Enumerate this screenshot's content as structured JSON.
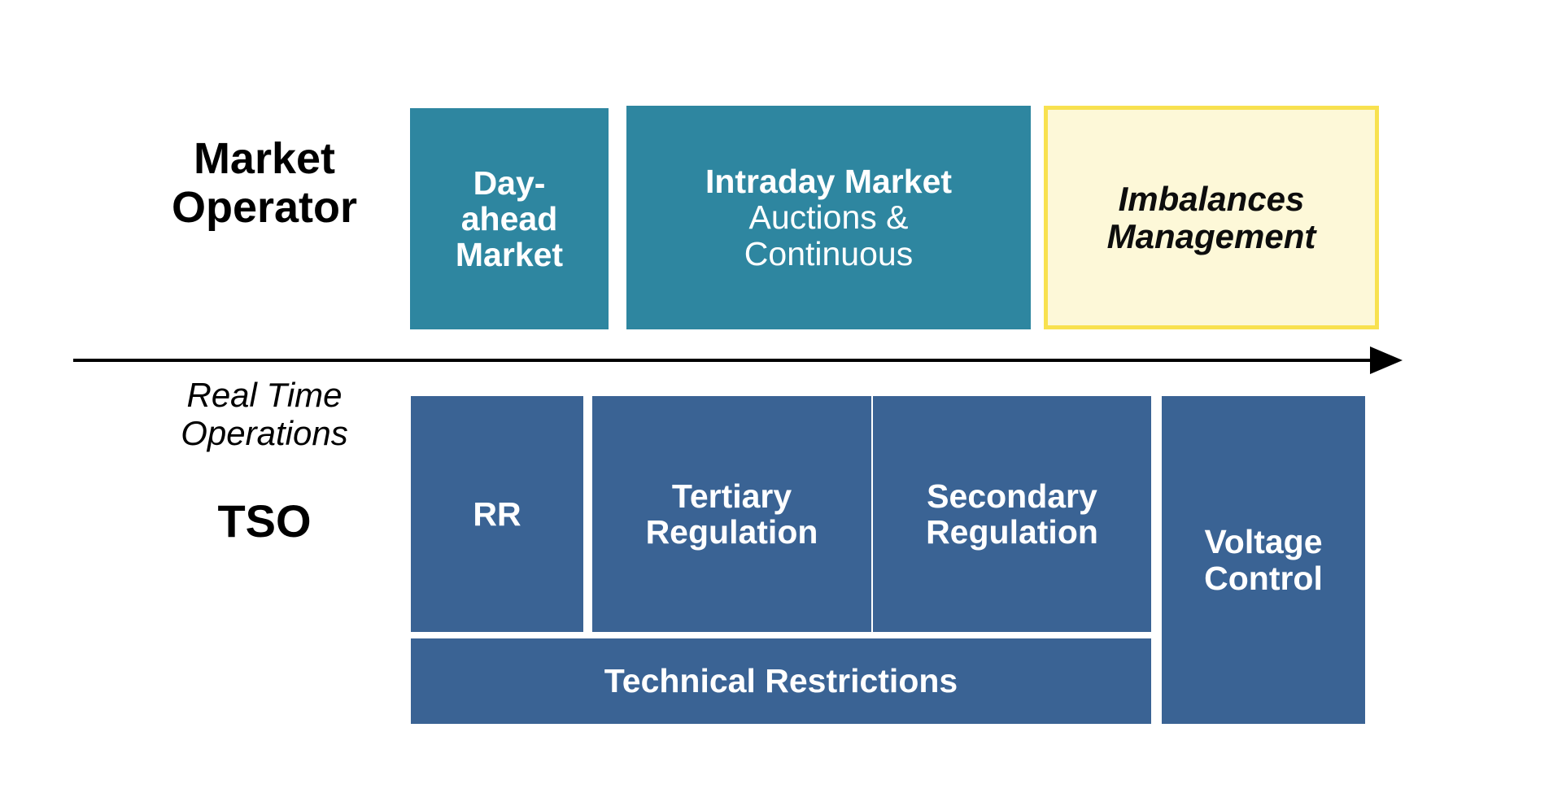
{
  "diagram": {
    "title": "Electricity market timeline: Market Operator and TSO sequence",
    "colors": {
      "teal": "#2E86A0",
      "navy": "#3A6394",
      "yellow_fill": "#FDF8D8",
      "yellow_border": "#F8E14F",
      "text_light": "#FFFFFF",
      "text_dark": "#000000",
      "background": "#FFFFFF"
    }
  },
  "labels": {
    "market_operator": {
      "line1": "Market",
      "line2": "Operator"
    },
    "real_time_operations": {
      "line1": "Real Time",
      "line2": "Operations"
    },
    "tso": "TSO"
  },
  "timeline": {
    "arrow_name": "time-arrow",
    "direction": "left-to-right"
  },
  "market_operator_row": [
    {
      "id": "day-ahead-market",
      "lines": [
        {
          "text": "Day-",
          "style": "bold"
        },
        {
          "text": "ahead",
          "style": "bold"
        },
        {
          "text": "Market",
          "style": "bold"
        }
      ],
      "fill": "teal"
    },
    {
      "id": "intraday-market",
      "lines": [
        {
          "text": "Intraday Market",
          "style": "bold"
        },
        {
          "text": "Auctions &",
          "style": "light"
        },
        {
          "text": "Continuous",
          "style": "light"
        }
      ],
      "fill": "teal"
    },
    {
      "id": "imbalances-management",
      "lines": [
        {
          "text": "Imbalances",
          "style": "bolditalic"
        },
        {
          "text": "Management",
          "style": "bolditalic"
        }
      ],
      "fill": "yellow"
    }
  ],
  "tso_row": [
    {
      "id": "rr",
      "lines": [
        {
          "text": "RR",
          "style": "bold"
        }
      ],
      "fill": "navy"
    },
    {
      "id": "tertiary-regulation",
      "lines": [
        {
          "text": "Tertiary",
          "style": "bold"
        },
        {
          "text": "Regulation",
          "style": "bold"
        }
      ],
      "fill": "navy"
    },
    {
      "id": "secondary-regulation",
      "lines": [
        {
          "text": "Secondary",
          "style": "bold"
        },
        {
          "text": "Regulation",
          "style": "bold"
        }
      ],
      "fill": "navy"
    },
    {
      "id": "voltage-control",
      "lines": [
        {
          "text": "Voltage",
          "style": "bold"
        },
        {
          "text": "Control",
          "style": "bold"
        }
      ],
      "fill": "navy"
    },
    {
      "id": "technical-restrictions",
      "lines": [
        {
          "text": "Technical Restrictions",
          "style": "bold"
        }
      ],
      "fill": "navy"
    }
  ],
  "text": {
    "day_ahead_l1": "Day-",
    "day_ahead_l2": "ahead",
    "day_ahead_l3": "Market",
    "intraday_l1": "Intraday Market",
    "intraday_l2": "Auctions &",
    "intraday_l3": "Continuous",
    "imbalances_l1": "Imbalances",
    "imbalances_l2": "Management",
    "rr": "RR",
    "tertiary_l1": "Tertiary",
    "tertiary_l2": "Regulation",
    "secondary_l1": "Secondary",
    "secondary_l2": "Regulation",
    "voltage_l1": "Voltage",
    "voltage_l2": "Control",
    "technical_restrictions": "Technical Restrictions"
  }
}
